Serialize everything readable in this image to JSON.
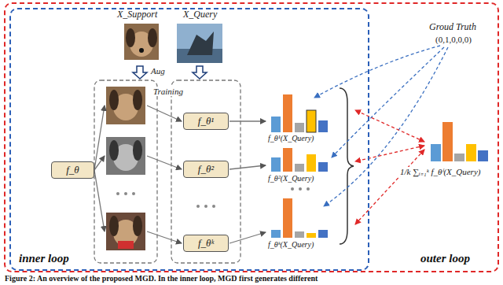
{
  "diagram": {
    "caption": "Figure 2: An overview of the proposed MGD. In the inner loop, MGD first generates different",
    "nodes": [
      {
        "text": [
          "outer loop"
        ]
      },
      {
        "text": [
          "inner loop"
        ],
        "in": 0
      },
      {
        "text": [
          "f_θ"
        ],
        "in": 1
      },
      {
        "text": [
          "f_θ¹"
        ],
        "in": 1
      },
      {
        "text": [
          "f_θ²"
        ],
        "in": 1
      },
      {
        "text": [
          "f_θᵏ"
        ],
        "in": 1
      }
    ],
    "labels": [
      "X_Support",
      "X_Query",
      "Aug",
      "Training",
      "Groud Truth",
      "(0,1,0,0,0)",
      "f_θ¹(X_Query)",
      "f_θ²(X_Query)",
      "f_θᵏ(X_Query)",
      "1/k ∑ᵢ₌₁ᵏ f_θⁱ(X_Query)"
    ]
  }
}
